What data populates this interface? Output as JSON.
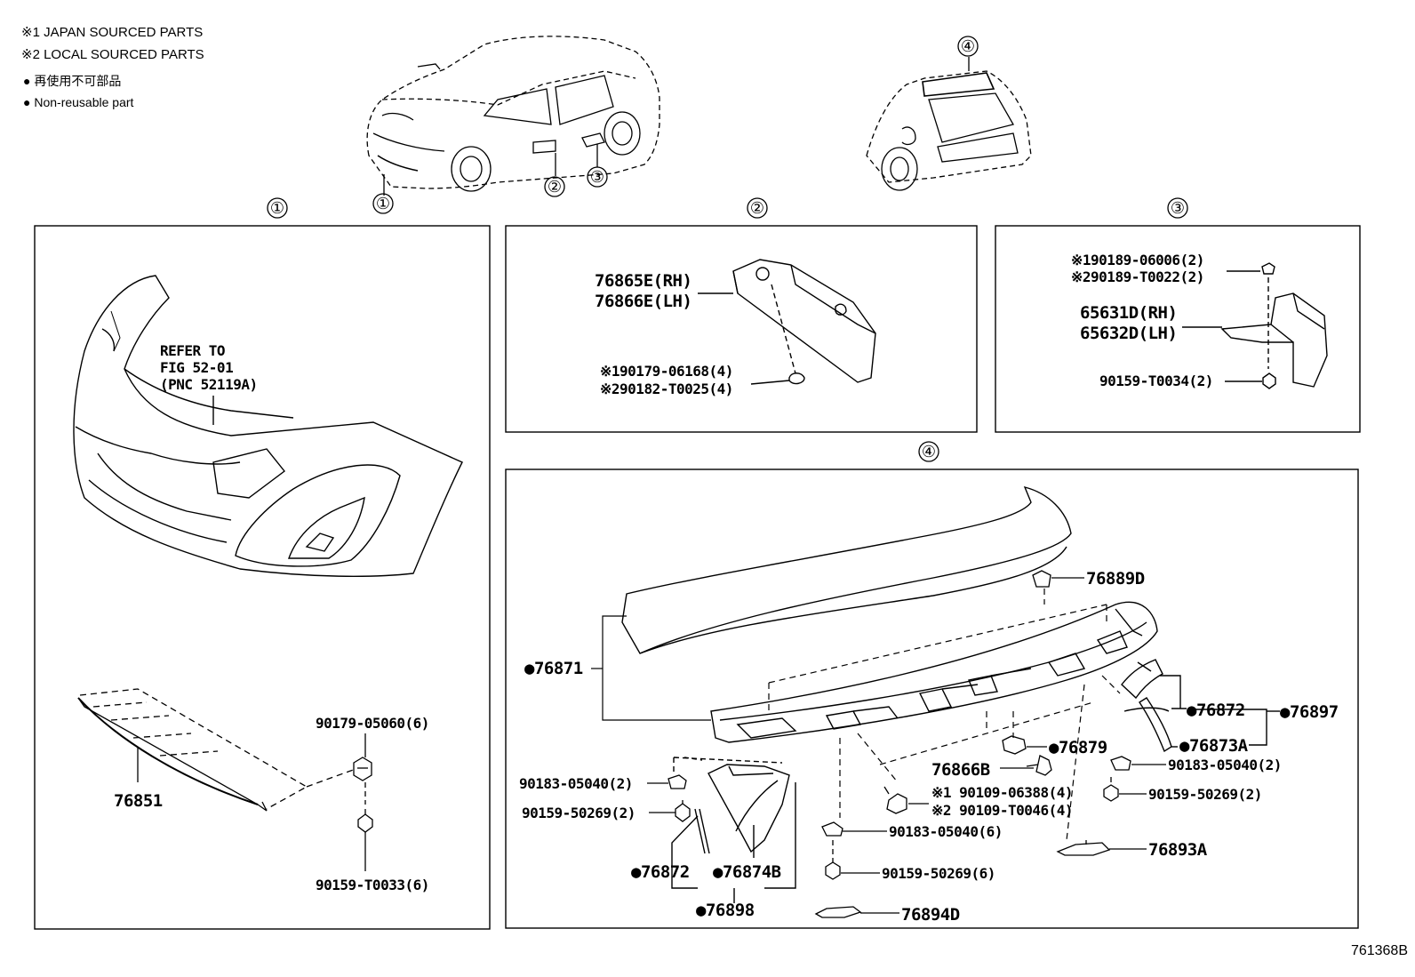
{
  "legend": {
    "line1": "※1 JAPAN SOURCED PARTS",
    "line2": "※2 LOCAL SOURCED PARTS",
    "line3": "● 再使用不可部品",
    "line4": "● Non-reusable part"
  },
  "overview": {
    "front_callouts": [
      "①",
      "②",
      "③"
    ],
    "rear_callout": "④"
  },
  "sections": {
    "s1": {
      "number": "①",
      "note_line1": "REFER TO",
      "note_line2": "FIG 52-01",
      "note_line3": "(PNC 52119A)",
      "parts": [
        "76851",
        "90179-05060(6)",
        "90159-T0033(6)"
      ]
    },
    "s2": {
      "number": "②",
      "parts": [
        "76865E(RH)",
        "76866E(LH)",
        "※190179-06168(4)",
        "※290182-T0025(4)"
      ]
    },
    "s3": {
      "number": "③",
      "parts": [
        "※190189-06006(2)",
        "※290189-T0022(2)",
        "65631D(RH)",
        "65632D(LH)",
        "90159-T0034(2)"
      ]
    },
    "s4": {
      "number": "④",
      "parts": [
        "76889D",
        "●76871",
        "●76872",
        "●76897",
        "●76879",
        "●76873A",
        "76866B",
        "90183-05040(2)",
        "※1 90109-06388(4)",
        "※2 90109-T0046(4)",
        "90159-50269(2)",
        "90183-05040(2)",
        "90159-50269(2)",
        "90183-05040(6)",
        "76893A",
        "90159-50269(6)",
        "●76872",
        "●76874B",
        "●76898",
        "76894D"
      ]
    }
  },
  "figure_id": "761368B"
}
